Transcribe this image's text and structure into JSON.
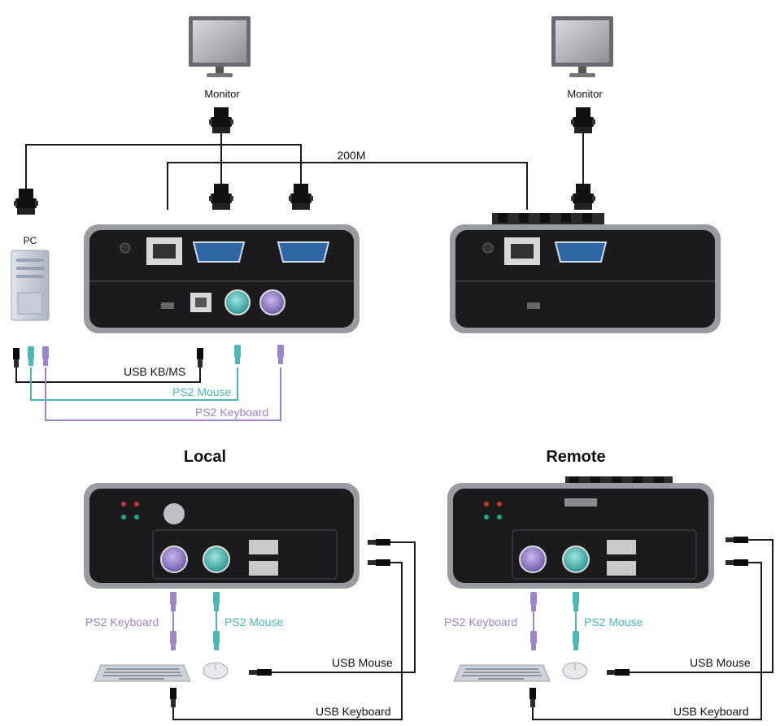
{
  "colors": {
    "black_cable": "#1a1a1a",
    "mouse_cable": "#4bb8b5",
    "keyboard_cable": "#9a86c9",
    "device_body": "#1b1b1d",
    "device_frame": "#9a9ba0",
    "port_blue": "#2f66a6"
  },
  "labels": {
    "monitor_left": "Monitor",
    "monitor_right": "Monitor",
    "distance": "200M",
    "pc": "PC",
    "usb_kbms": "USB KB/MS",
    "ps2_mouse_top": "PS2 Mouse",
    "ps2_keyboard_top": "PS2 Keyboard",
    "local": "Local",
    "remote": "Remote",
    "local_ps2_keyboard": "PS2 Keyboard",
    "local_ps2_mouse": "PS2 Mouse",
    "local_usb_mouse": "USB Mouse",
    "local_usb_keyboard": "USB Keyboard",
    "remote_ps2_keyboard": "PS2 Keyboard",
    "remote_ps2_mouse": "PS2 Mouse",
    "remote_usb_mouse": "USB Mouse",
    "remote_usb_keyboard": "USB Keyboard"
  },
  "icons": [
    "monitor-icon",
    "pc-tower-icon",
    "vga-connector-icon",
    "usb-plug-icon",
    "ps2-plug-icon",
    "keyboard-icon",
    "mouse-icon",
    "rj45-port-icon",
    "ps2-port-icon",
    "usb-port-icon"
  ]
}
